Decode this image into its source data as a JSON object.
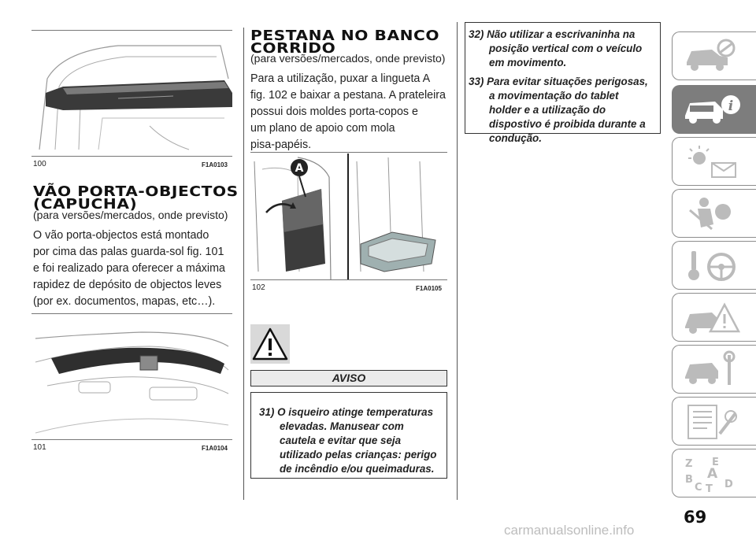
{
  "figures": [
    {
      "number": "100",
      "code": "F1A0103"
    },
    {
      "number": "101",
      "code": "F1A0104"
    },
    {
      "number": "102",
      "code": "F1A0105",
      "callout": "A"
    }
  ],
  "section1": {
    "title_line1": "VÃO PORTA-OBJECTOS",
    "title_line2": "(CAPUCHA)",
    "subtitle": "(para versões/mercados, onde previsto)",
    "body_lines": [
      "O vão porta-objectos está montado",
      "por cima das palas guarda-sol fig. 101",
      "e foi realizado para oferecer a máxima",
      "rapidez de depósito de objectos leves",
      "(por ex. documentos, mapas, etc…)."
    ]
  },
  "section2": {
    "title_line1": "PESTANA NO BANCO",
    "title_line2": "CORRIDO",
    "subtitle": "(para versões/mercados, onde previsto)",
    "body_lines": [
      "Para a utilização, puxar a lingueta A",
      "fig. 102 e baixar a pestana. A prateleira",
      "possui dois moldes porta-copos e",
      "um plano de apoio com mola",
      "pisa-papéis."
    ]
  },
  "warning": {
    "heading": "AVISO",
    "items": [
      {
        "num": "31)",
        "text": "O isqueiro atinge temperaturas elevadas. Manusear com cautela e evitar que seja utilizado pelas crianças: perigo de incêndio e/ou queimaduras."
      }
    ]
  },
  "notes": [
    {
      "num": "32)",
      "text": "Não utilizar a escrivaninha na posição vertical com o veículo em movimento."
    },
    {
      "num": "33)",
      "text": "Para evitar situações perigosas, a movimentação do tablet holder e a utilização do dispostivo é proibida durante a condução."
    }
  ],
  "tabs": [
    {
      "icon": "car-info-icon",
      "active": false
    },
    {
      "icon": "car-info-icon",
      "active": true
    },
    {
      "icon": "warning-lights-icon",
      "active": false
    },
    {
      "icon": "airbag-seat-icon",
      "active": false
    },
    {
      "icon": "key-steering-wheel-icon",
      "active": false
    },
    {
      "icon": "car-accident-icon",
      "active": false
    },
    {
      "icon": "car-wrench-icon",
      "active": false
    },
    {
      "icon": "technical-data-icon",
      "active": false
    },
    {
      "icon": "alphabetical-index-icon",
      "active": false
    }
  ],
  "tab_index_letters": [
    "Z",
    "E",
    "A",
    "B",
    "C",
    "D",
    "T"
  ],
  "page_number": "69",
  "watermark": "carmanualsonline.info"
}
